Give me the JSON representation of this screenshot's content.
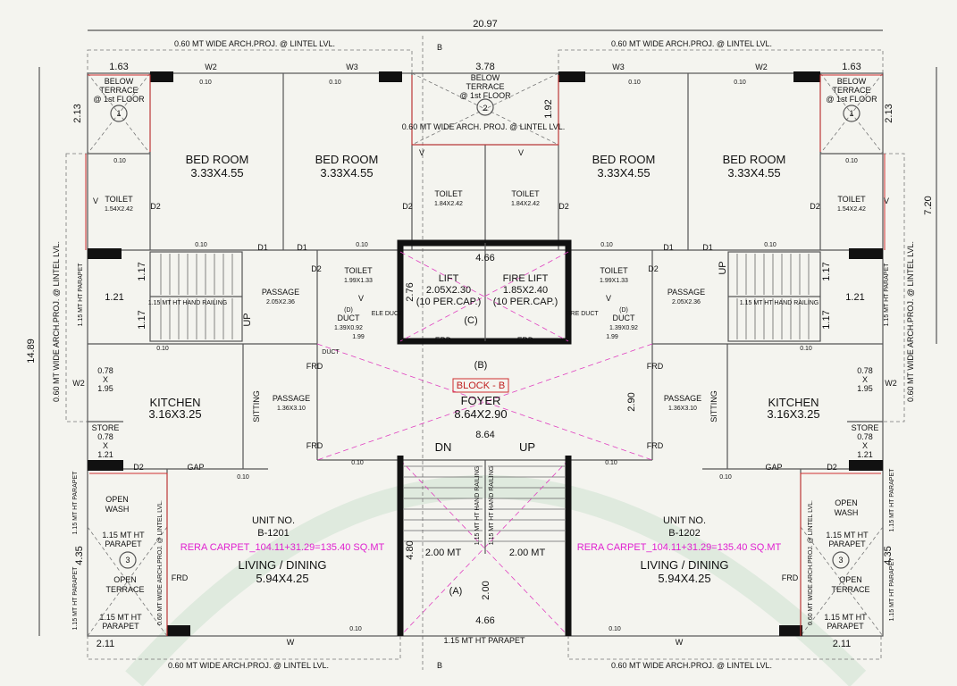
{
  "overall_width": "20.97",
  "overall_height": "14.89",
  "right_height": "7.20",
  "arch_proj_top": "0.60 MT WIDE ARCH.PROJ. @ LINTEL LVL.",
  "arch_proj_bottom": "0.60 MT WIDE ARCH.PROJ. @ LINTEL LVL.",
  "arch_proj_side": "0.60 MT WIDE ARCH.PROJ. @ LINTEL LVL.",
  "arch_proj_middle": "0.60 MT WIDE ARCH. PROJ. @ LINTEL LVL.",
  "section_b": "B",
  "section_b_paren": "(B)",
  "block_label": "BLOCK - B",
  "foyer": {
    "name": "FOYER",
    "size": "8.64X2.90",
    "width": "8.64",
    "height": "2.90"
  },
  "lift": {
    "name": "LIFT",
    "size": "2.05X2.30",
    "cap": "(10 PER.CAP.)"
  },
  "fire_lift": {
    "name": "FIRE LIFT",
    "size": "1.85X2.40",
    "cap": "(10 PER.CAP.)"
  },
  "lift_core": {
    "width": "4.66",
    "height": "2.76",
    "tag": "(C)"
  },
  "stair": {
    "width": "4.66",
    "height": "4.80",
    "run": "2.00",
    "run_left": "2.00 MT",
    "run_right": "2.00 MT",
    "tag": "(A)",
    "dn": "DN",
    "up": "UP",
    "railing": "1.15 MT HT HAND RAILING"
  },
  "bed_room": {
    "name": "BED ROOM",
    "size": "3.33X4.55"
  },
  "toilet_outer": {
    "name": "TOILET",
    "size": "1.54X2.42"
  },
  "toilet_inner": {
    "name": "TOILET",
    "size": "1.84X2.42"
  },
  "toilet_passage": {
    "name": "TOILET",
    "size": "1.99X1.33"
  },
  "passage_upper": {
    "name": "PASSAGE",
    "size": "2.05X2.36"
  },
  "passage_lower": {
    "name": "PASSAGE",
    "size": "1.36X3.10"
  },
  "kitchen": {
    "name": "KITCHEN",
    "size": "3.16X3.25"
  },
  "sitting": "SITTING",
  "small_room": {
    "w": "0.78",
    "x": "X",
    "h": "1.95"
  },
  "store": {
    "name": "STORE",
    "w": "0.78",
    "x": "X",
    "h": "1.21"
  },
  "duct": {
    "tag": "(D)",
    "name": "DUCT",
    "size": "1.39X0.92",
    "ele": "ELE DUCT",
    "fire": "FIRE DUCT"
  },
  "dims": {
    "d163": "1.63",
    "d213": "2.13",
    "d378": "3.78",
    "d192": "1.92",
    "d121": "1.21",
    "d117": "1.17",
    "d435": "4.35",
    "d211": "2.11",
    "d010": "0.10",
    "d092": "0.92",
    "d199": "1.99"
  },
  "below_terrace": [
    "BELOW",
    "TERRACE",
    "@ 1st FLOOR"
  ],
  "terrace_nums": [
    "1",
    "2",
    "3"
  ],
  "open_wash": [
    "OPEN",
    "WASH"
  ],
  "open_terrace": [
    "OPEN",
    "TERRACE"
  ],
  "parapet": "1.15 MT HT PARAPET",
  "parapet_two": [
    "1.15 MT HT",
    "PARAPET"
  ],
  "hand_railing": "1.15 MT HT HAND RAILING",
  "unit_left": {
    "label": "UNIT NO.",
    "no": "B-1201",
    "rera": "RERA CARPET_104.11+31.29=135.40 SQ.MT",
    "living": "LIVING / DINING",
    "size": "5.94X4.25"
  },
  "unit_right": {
    "label": "UNIT NO.",
    "no": "B-1202",
    "rera": "RERA CARPET_104.11+31.29=135.40 SQ.MT",
    "living": "LIVING / DINING",
    "size": "5.94X4.25"
  },
  "tags": {
    "w": "W",
    "w2": "W2",
    "w3": "W3",
    "v": "V",
    "d1": "D1",
    "d2": "D2",
    "frd": "FRD",
    "gap": "GAP",
    "up": "UP"
  }
}
